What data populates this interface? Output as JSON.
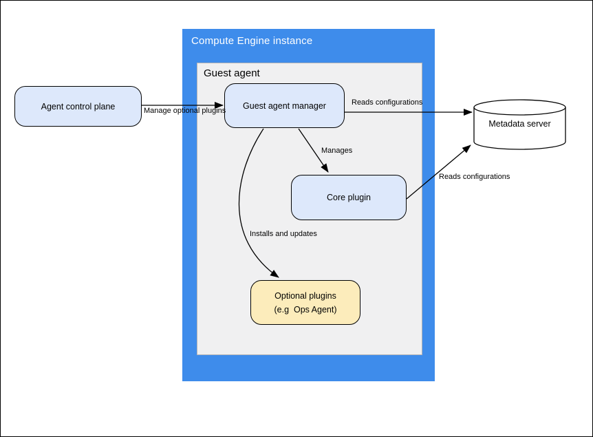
{
  "containers": {
    "compute_engine": {
      "title": "Compute Engine instance"
    },
    "guest_agent": {
      "title": "Guest agent"
    }
  },
  "nodes": {
    "agent_control_plane": {
      "label": "Agent control plane"
    },
    "guest_agent_manager": {
      "label": "Guest agent manager"
    },
    "core_plugin": {
      "label": "Core plugin"
    },
    "optional_plugins": {
      "line1": "Optional plugins",
      "line2": "(e.g  Ops Agent)"
    },
    "metadata_server": {
      "label": "Metadata server"
    }
  },
  "edges": {
    "manage_optional_plugins": "Manage optional plugins",
    "reads_configurations_manager": "Reads configurations",
    "manages": "Manages",
    "reads_configurations_core": "Reads configurations",
    "installs_and_updates": "Installs and updates"
  },
  "colors": {
    "container_blue": "#3e8ceb",
    "inner_gray": "#f0f0f1",
    "node_blue_fill": "#dde8fb",
    "node_yellow_fill": "#fcecbb",
    "stroke": "#000000",
    "title_text": "#ffffff"
  }
}
